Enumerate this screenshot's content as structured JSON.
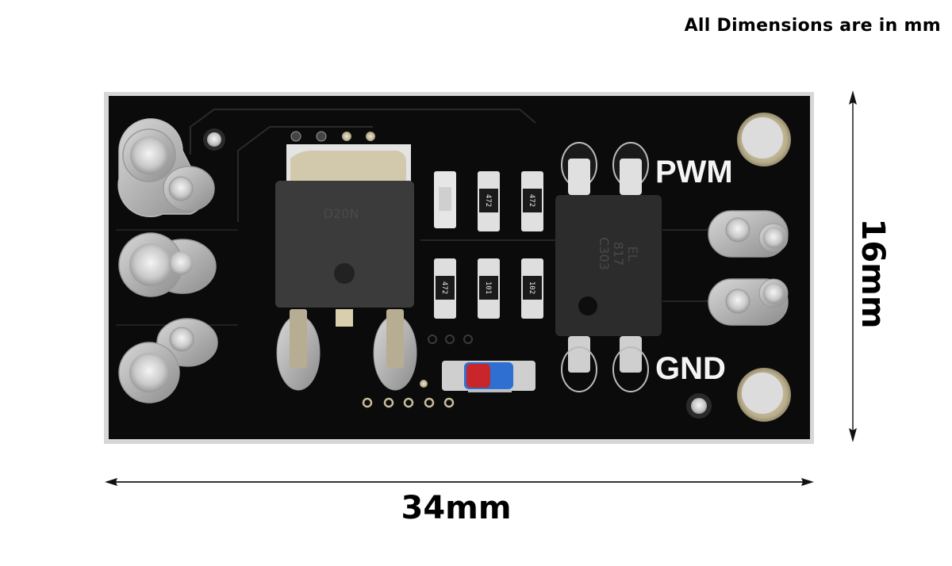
{
  "header": {
    "note": "All Dimensions are in mm"
  },
  "dimensions": {
    "width_label": "34mm",
    "height_label": "16mm",
    "width_mm": 34,
    "height_mm": 16
  },
  "board": {
    "color": "#0b0b0b",
    "labels": {
      "pwm": "PWM",
      "gnd": "GND"
    },
    "resistors": [
      {
        "position": "top-1",
        "marking": ""
      },
      {
        "position": "top-2",
        "marking": "472"
      },
      {
        "position": "top-3",
        "marking": "472"
      },
      {
        "position": "bottom-1",
        "marking": "472"
      },
      {
        "position": "bottom-2",
        "marking": "101"
      },
      {
        "position": "bottom-3",
        "marking": "102"
      }
    ],
    "optocoupler": {
      "marking_line1": "EL",
      "marking_line2": "817",
      "marking_line3": "C303"
    },
    "mosfet": {
      "marking": "D20N"
    }
  }
}
